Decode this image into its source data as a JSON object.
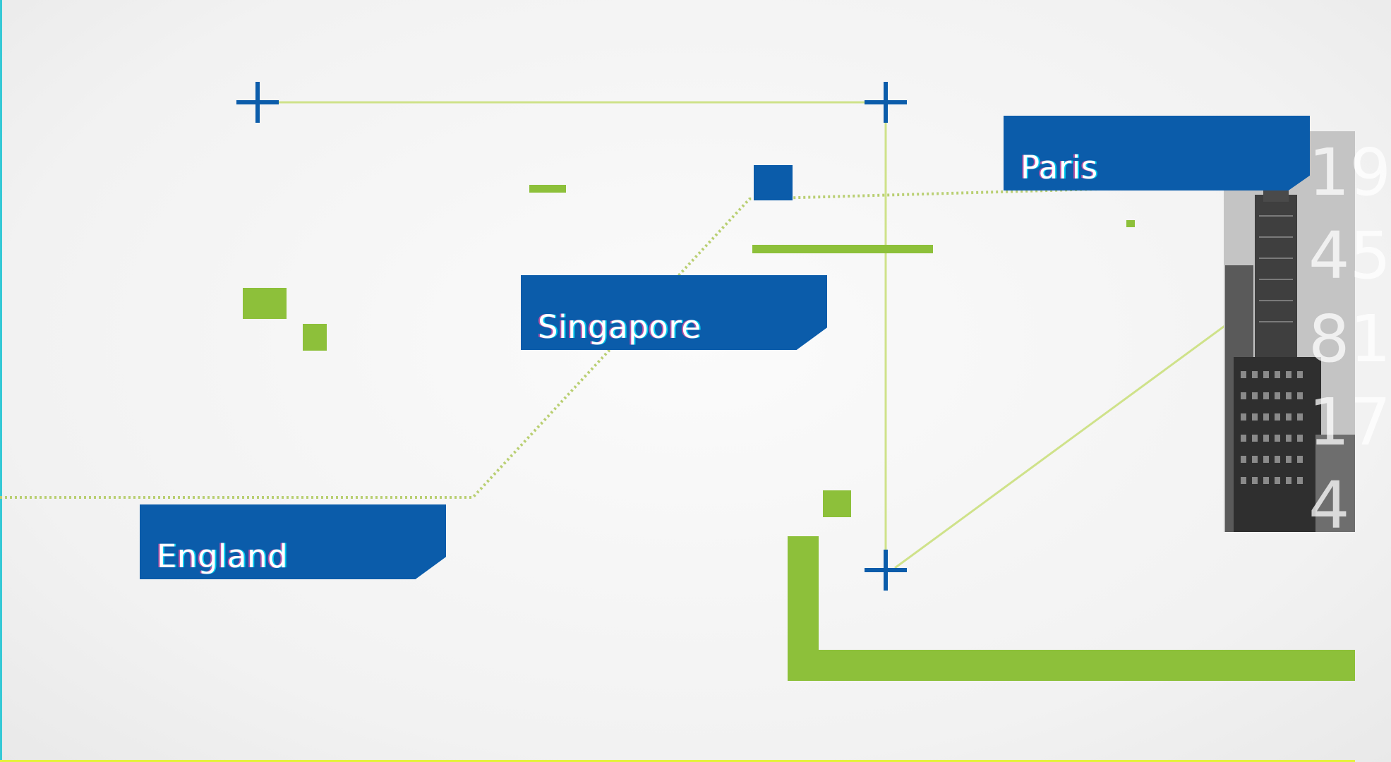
{
  "labels": {
    "singapore": "Singapore",
    "england": "England",
    "paris": "Paris"
  },
  "photo_digits": [
    "19",
    "45",
    "81",
    "17",
    "4"
  ],
  "colors": {
    "background": "#f4f4f4",
    "label_blue": "#0b5caa",
    "accent_green": "#8dc03a",
    "crosshair_blue": "#0b5caa",
    "glitch_cyan": "#36c9d6",
    "glitch_magenta": "#ff4fa0",
    "connector_line": "#c8e07a"
  },
  "icons": {
    "crosshair": "plus-crosshair",
    "node": "square-node"
  }
}
